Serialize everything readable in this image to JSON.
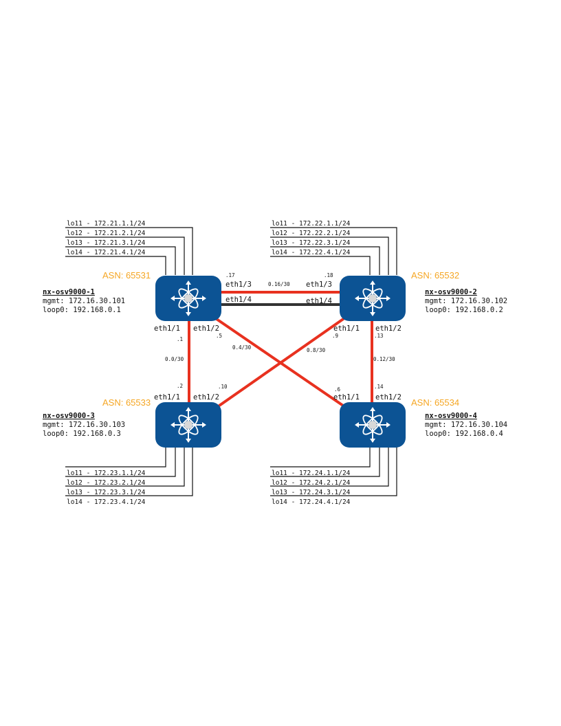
{
  "colors": {
    "link_red": "#e8311f",
    "link_dark": "#333333",
    "switch_blue": "#0c5394",
    "asn_orange": "#f5a623"
  },
  "icon": "nexus-switch-icon",
  "switches": [
    {
      "id": "sw1",
      "asn": "ASN: 65531",
      "name": "nx-osv9000-1",
      "mgmt": "mgmt: 172.16.30.101",
      "loop0": "loop0: 192.168.0.1",
      "loopbacks": [
        "lo11 - 172.21.1.1/24",
        "lo12 - 172.21.2.1/24",
        "lo13 - 172.21.3.1/24",
        "lo14 - 172.21.4.1/24"
      ]
    },
    {
      "id": "sw2",
      "asn": "ASN: 65532",
      "name": "nx-osv9000-2",
      "mgmt": "mgmt: 172.16.30.102",
      "loop0": "loop0: 192.168.0.2",
      "loopbacks": [
        "lo11 - 172.22.1.1/24",
        "lo12 - 172.22.2.1/24",
        "lo13 - 172.22.3.1/24",
        "lo14 - 172.22.4.1/24"
      ]
    },
    {
      "id": "sw3",
      "asn": "ASN: 65533",
      "name": "nx-osv9000-3",
      "mgmt": "mgmt: 172.16.30.103",
      "loop0": "loop0: 192.168.0.3",
      "loopbacks": [
        "lo11 - 172.23.1.1/24",
        "lo12 - 172.23.2.1/24",
        "lo13 - 172.23.3.1/24",
        "lo14 - 172.23.4.1/24"
      ]
    },
    {
      "id": "sw4",
      "asn": "ASN: 65534",
      "name": "nx-osv9000-4",
      "mgmt": "mgmt: 172.16.30.104",
      "loop0": "loop0: 192.168.0.4",
      "loopbacks": [
        "lo11 - 172.24.1.1/24",
        "lo12 - 172.24.2.1/24",
        "lo13 - 172.24.3.1/24",
        "lo14 - 172.24.4.1/24"
      ]
    }
  ],
  "links": {
    "sw1_sw2_eth13": {
      "subnet": "0.16/30",
      "a_port": "eth1/3",
      "a_ip": ".17",
      "b_port": "eth1/3",
      "b_ip": ".18"
    },
    "sw1_sw2_eth14": {
      "a_port": "eth1/4",
      "b_port": "eth1/4"
    },
    "sw1_sw3": {
      "subnet": "0.0/30",
      "a_port": "eth1/1",
      "a_ip": ".1",
      "b_port": "eth1/1",
      "b_ip": ".2"
    },
    "sw1_sw4": {
      "subnet": "0.4/30",
      "a_port": "eth1/2",
      "a_ip": ".5",
      "b_port": "eth1/1",
      "b_ip": ".6"
    },
    "sw2_sw3": {
      "subnet": "0.8/30",
      "a_port": "eth1/1",
      "a_ip": ".9",
      "b_port": "eth1/2",
      "b_ip": ".10"
    },
    "sw2_sw4": {
      "subnet": "0.12/30",
      "a_port": "eth1/2",
      "a_ip": ".13",
      "b_port": "eth1/2",
      "b_ip": ".14"
    }
  }
}
